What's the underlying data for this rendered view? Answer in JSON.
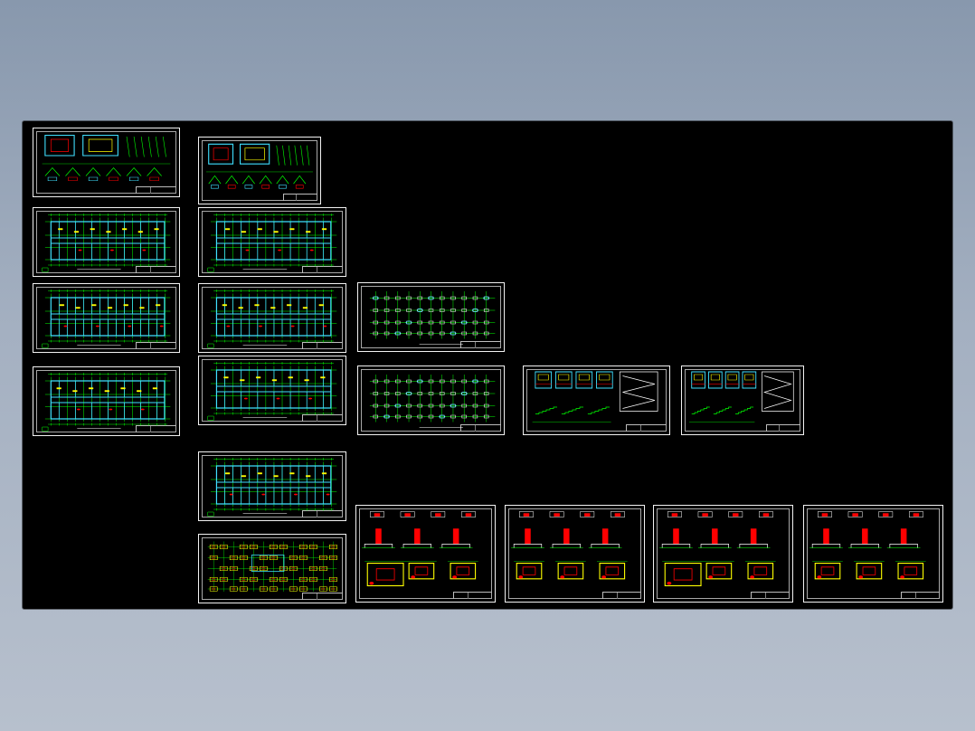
{
  "canvas": {
    "background": "#000000",
    "sheet_border": "#f2f2f2"
  },
  "colors": {
    "grid": "#00ff00",
    "wall": "#3fe0ff",
    "label": "#ffff00",
    "detail_red": "#ff0000",
    "frame": "#ffffff"
  },
  "sheets": [
    {
      "id": 1,
      "kind": "detail-mixed"
    },
    {
      "id": 2,
      "kind": "detail-mixed"
    },
    {
      "id": 3,
      "kind": "floor-plan"
    },
    {
      "id": 4,
      "kind": "floor-plan"
    },
    {
      "id": 5,
      "kind": "floor-plan"
    },
    {
      "id": 6,
      "kind": "floor-plan"
    },
    {
      "id": 7,
      "kind": "floor-plan"
    },
    {
      "id": 8,
      "kind": "floor-plan"
    },
    {
      "id": 9,
      "kind": "column-plan"
    },
    {
      "id": 10,
      "kind": "column-plan"
    },
    {
      "id": 11,
      "kind": "stair-detail"
    },
    {
      "id": 12,
      "kind": "stair-detail"
    },
    {
      "id": 13,
      "kind": "floor-plan"
    },
    {
      "id": 14,
      "kind": "foundation-plan"
    },
    {
      "id": 15,
      "kind": "foundation-detail"
    },
    {
      "id": 16,
      "kind": "foundation-detail"
    },
    {
      "id": 17,
      "kind": "foundation-detail"
    },
    {
      "id": 18,
      "kind": "foundation-detail"
    }
  ]
}
